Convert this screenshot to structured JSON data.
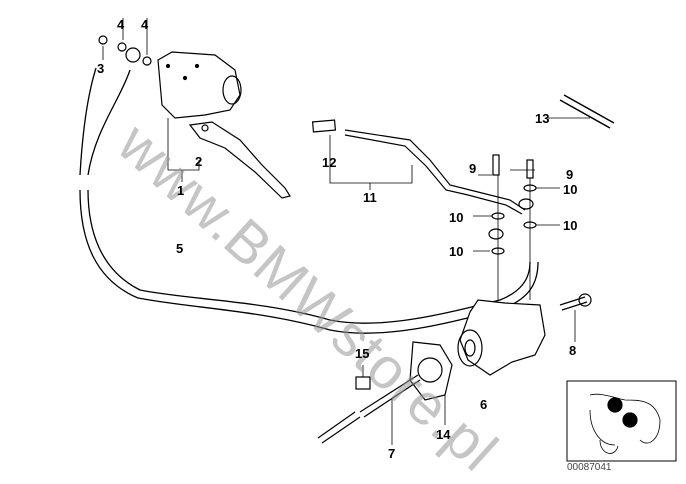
{
  "diagram": {
    "watermark": "www.BMWstore.pl",
    "image_code": "00087041",
    "callouts": [
      {
        "id": "1",
        "label": "1"
      },
      {
        "id": "2",
        "label": "2"
      },
      {
        "id": "3",
        "label": "3"
      },
      {
        "id": "4a",
        "label": "4"
      },
      {
        "id": "4b",
        "label": "4"
      },
      {
        "id": "5",
        "label": "5"
      },
      {
        "id": "6",
        "label": "6"
      },
      {
        "id": "7",
        "label": "7"
      },
      {
        "id": "8",
        "label": "8"
      },
      {
        "id": "9a",
        "label": "9"
      },
      {
        "id": "9b",
        "label": "9"
      },
      {
        "id": "10a",
        "label": "10"
      },
      {
        "id": "10b",
        "label": "10"
      },
      {
        "id": "10c",
        "label": "10"
      },
      {
        "id": "10d",
        "label": "10"
      },
      {
        "id": "10e",
        "label": "10"
      },
      {
        "id": "11",
        "label": "11"
      },
      {
        "id": "12",
        "label": "12"
      },
      {
        "id": "13",
        "label": "13"
      },
      {
        "id": "14",
        "label": "14"
      },
      {
        "id": "15",
        "label": "15"
      }
    ]
  }
}
